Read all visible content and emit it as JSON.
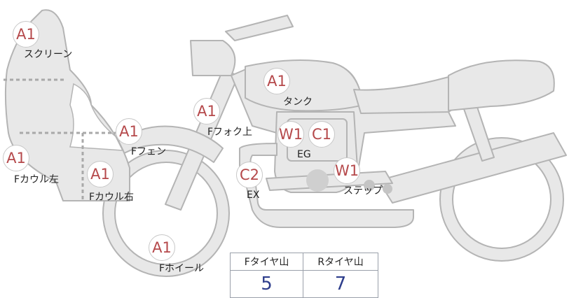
{
  "parts": [
    {
      "key": "screen",
      "code": "A1",
      "label": "スクリーン"
    },
    {
      "key": "tank",
      "code": "A1",
      "label": "タンク"
    },
    {
      "key": "fork",
      "code": "A1",
      "label": "Fフォク上"
    },
    {
      "key": "fender",
      "code": "A1",
      "label": "Fフェン"
    },
    {
      "key": "cowl_left",
      "code": "A1",
      "label": "Fカウル左"
    },
    {
      "key": "cowl_right",
      "code": "A1",
      "label": "Fカウル右"
    },
    {
      "key": "engine_w",
      "code": "W1",
      "label": ""
    },
    {
      "key": "engine_c",
      "code": "C1",
      "label": "EG"
    },
    {
      "key": "exhaust",
      "code": "C2",
      "label": "EX"
    },
    {
      "key": "step",
      "code": "W1",
      "label": "ステップ"
    },
    {
      "key": "wheel",
      "code": "A1",
      "label": "Fホイール"
    }
  ],
  "tread": {
    "front_label": "Fタイヤ山",
    "rear_label": "Rタイヤ山",
    "front_value": "5",
    "rear_value": "7"
  },
  "colors": {
    "body_fill": "#e8e8e8",
    "body_stroke": "#b4b4b4",
    "badge_text": "#b5494b",
    "value_text": "#2e3e8c"
  }
}
